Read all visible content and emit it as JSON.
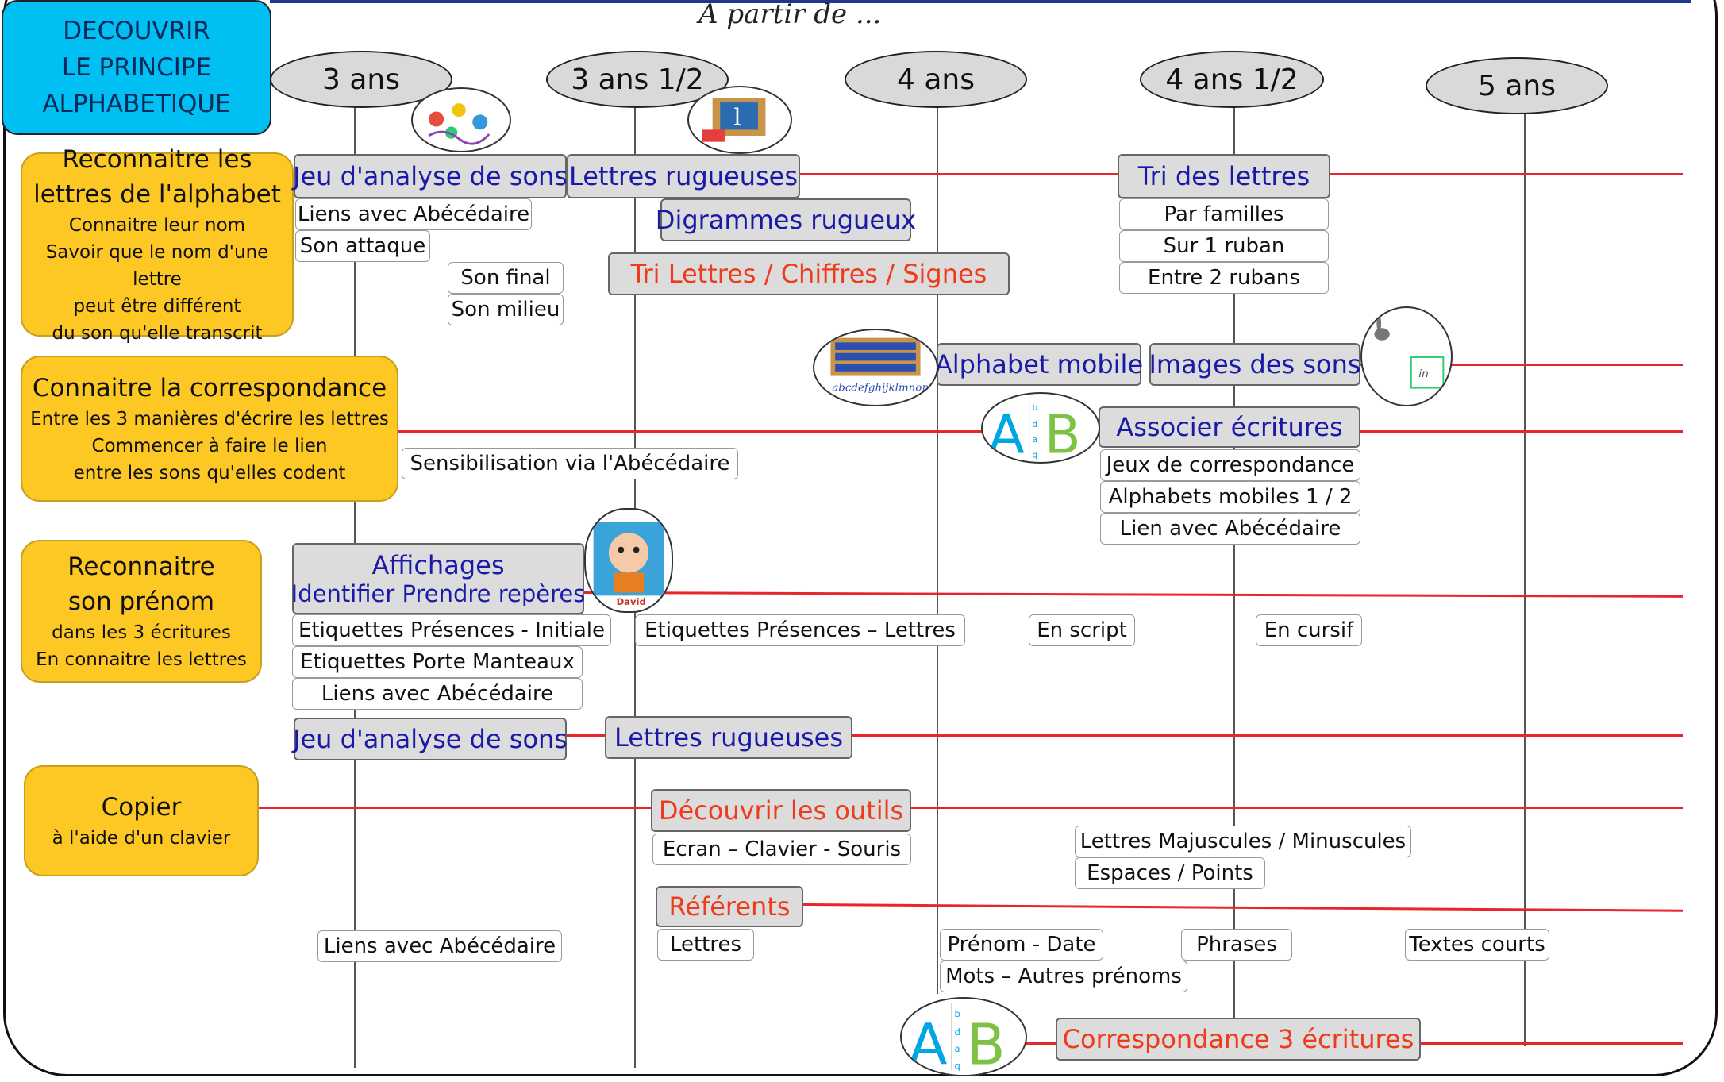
{
  "title": [
    "DECOUVRIR",
    "LE PRINCIPE",
    "ALPHABETIQUE"
  ],
  "subtitle": "A partir de   ...",
  "ages": [
    "3 ans",
    "3 ans 1/2",
    "4 ans",
    "4 ans 1/2",
    "5 ans"
  ],
  "categories": {
    "alphabet": {
      "title": [
        "Reconnaitre les",
        "lettres de l'alphabet"
      ],
      "lines": [
        "Connaitre leur nom",
        "Savoir que le nom d'une lettre",
        "peut être différent",
        "du son qu'elle transcrit"
      ]
    },
    "correspondance": {
      "title": [
        "Connaitre la correspondance"
      ],
      "lines": [
        "Entre les 3 manières  d'écrire les lettres",
        "Commencer à faire le lien",
        "entre les sons qu'elles codent"
      ]
    },
    "prenom": {
      "title": [
        "Reconnaitre",
        "son prénom"
      ],
      "lines": [
        "dans les 3 écritures",
        "En connaitre les lettres"
      ]
    },
    "copier": {
      "title": [
        "Copier"
      ],
      "lines": [
        "à l'aide d'un clavier"
      ]
    }
  },
  "activities": {
    "jeu_analyse_1": "Jeu d'analyse de sons",
    "lettres_rugueuses_1": "Lettres rugueuses",
    "tri_lettres": "Tri des lettres",
    "digrammes": "Digrammes rugueux",
    "tri_signes": "Tri Lettres / Chiffres / Signes",
    "alphabet_mobile": "Alphabet mobile",
    "images_sons": "Images des sons",
    "associer": "Associer  écritures",
    "affichages": "Affichages",
    "identifier": "Identifier Prendre repères",
    "jeu_analyse_2": "Jeu d'analyse de sons",
    "lettres_rugueuses_2": "Lettres rugueuses",
    "outils": "Découvrir les outils",
    "referents": "Référents",
    "correspondance3": "Correspondance 3 écritures"
  },
  "details": {
    "liens_abc_1": "Liens avec Abécédaire",
    "son_attaque": "Son attaque",
    "son_final": "Son final",
    "son_milieu": "Son milieu",
    "par_familles": "Par familles",
    "sur_ruban": "Sur 1 ruban",
    "entre_rubans": "Entre 2 rubans",
    "sensibilisation": "Sensibilisation via l'Abécédaire",
    "jeux_corresp": "Jeux de correspondance",
    "alphabets_mobiles": "Alphabets mobiles 1 / 2",
    "lien_abc": "Lien avec Abécédaire",
    "etiq_initiale": "Etiquettes Présences - Initiale",
    "etiq_manteaux": "Etiquettes Porte Manteaux",
    "liens_abc_2": "Liens avec Abécédaire",
    "etiq_lettres": "Etiquettes Présences – Lettres",
    "en_script": "En script",
    "en_cursif": "En cursif",
    "ecran": "Ecran – Clavier - Souris",
    "maj_min": "Lettres Majuscules / Minuscules",
    "espaces": "Espaces / Points",
    "liens_abc_3": "Liens avec Abécédaire",
    "lettres": "Lettres",
    "prenom_date": "Prénom - Date",
    "phrases": "Phrases",
    "textes": "Textes courts",
    "mots": "Mots – Autres prénoms"
  },
  "images": {
    "avatar_name": "David",
    "abc_letters": [
      "A",
      "B"
    ],
    "abc_small": [
      "b",
      "d",
      "a",
      "q"
    ],
    "images_tag": "in"
  },
  "colors": {
    "category": "#fdc724",
    "title": "#00bff3",
    "blue_text": "#1a1aa8",
    "red_text": "#ee3b1b",
    "timeline": "#e8242c"
  }
}
